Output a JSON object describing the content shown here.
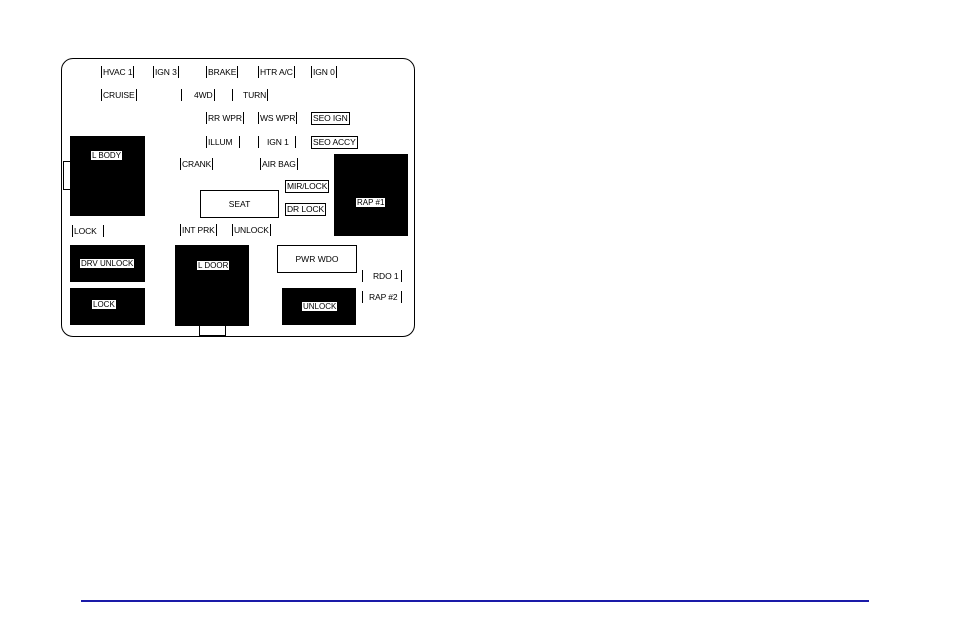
{
  "fuse_panel": {
    "fuses": {
      "hvac1": "HVAC 1",
      "ign3": "IGN 3",
      "brake": "BRAKE",
      "htr_ac": "HTR A/C",
      "ign0": "IGN 0",
      "cruise": "CRUISE",
      "fourwd": "4WD",
      "turn": "TURN",
      "rr_wpr": "RR WPR",
      "ws_wpr": "WS WPR",
      "seo_ign": "SEO IGN",
      "illum": "ILLUM",
      "ign1": "IGN 1",
      "seo_accy": "SEO ACCY",
      "crank": "CRANK",
      "air_bag": "AIR BAG",
      "mir_lock": "MIR/LOCK",
      "dr_lock": "DR LOCK",
      "lock_small": "LOCK",
      "int_prk": "INT PRK",
      "unlock_small": "UNLOCK",
      "rdo1": "RDO 1",
      "rap2": "RAP #2"
    },
    "relays": {
      "l_body": "L BODY",
      "rap1": "RAP #1",
      "seat": "SEAT",
      "drv_unlock": "DRV UNLOCK",
      "l_door": "L DOOR",
      "pwr_wdo": "PWR WDO",
      "lock": "LOCK",
      "unlock": "UNLOCK"
    }
  },
  "colors": {
    "outline": "#000000",
    "relay_fill": "#000000",
    "footer_rule": "#1a1aa8"
  }
}
